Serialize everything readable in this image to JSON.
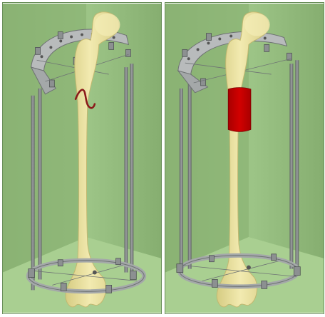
{
  "figure": {
    "panels": [
      {
        "id": "left",
        "description_icon": "femur-with-ring-fixator-and-fracture-line",
        "fracture_color": "#8b1a1a"
      },
      {
        "id": "right",
        "description_icon": "femur-with-ring-fixator-and-bone-segment",
        "segment_color": "#c40000"
      }
    ],
    "colors": {
      "background_wall": "#8fb87a",
      "background_floor": "#a8cf90",
      "bone": "#eee6a2",
      "bone_shade": "#d8cf86",
      "metal": "#a9acad",
      "metal_dark": "#6d7172"
    }
  }
}
